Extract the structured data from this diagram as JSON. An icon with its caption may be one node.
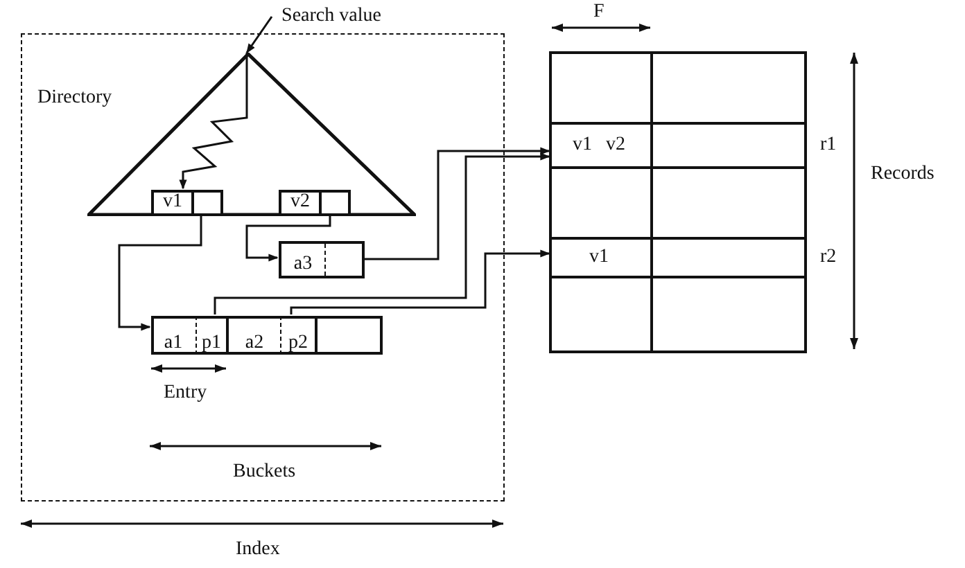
{
  "diagram": {
    "nodes": [
      {
        "text": [
          "Search value"
        ]
      },
      {
        "text": [],
        "shape": "box"
      },
      {
        "text": [
          "Directory"
        ],
        "in": 1
      },
      {
        "text": [
          "v1"
        ],
        "in": 2
      },
      {
        "text": [
          "v2"
        ],
        "in": 2
      },
      {
        "text": [
          "a3"
        ],
        "in": 1
      },
      {
        "text": [],
        "shape": "box",
        "in": 1
      },
      {
        "text": [
          "a1"
        ],
        "in": 6
      },
      {
        "text": [
          "p1"
        ],
        "in": 6
      },
      {
        "text": [
          "a2"
        ],
        "in": 6
      },
      {
        "text": [
          "p2"
        ],
        "in": 6
      },
      {
        "text": [],
        "shape": "box"
      },
      {
        "text": [],
        "shape": "box",
        "in": 11
      },
      {
        "text": [
          "v1",
          "v2"
        ],
        "beside": [
          "r1"
        ],
        "in": 11
      },
      {
        "text": [],
        "shape": "box",
        "in": 11
      },
      {
        "text": [
          "v1"
        ],
        "beside": [
          "r2"
        ],
        "in": 11
      },
      {
        "text": [],
        "shape": "box",
        "in": 11
      }
    ],
    "edges": [
      {
        "from": 0,
        "to": 2,
        "arrow": "to"
      },
      {
        "from": 2,
        "to": 3,
        "arrow": "to"
      },
      {
        "from": 3,
        "to": 7,
        "arrow": "to"
      },
      {
        "from": 4,
        "to": 5,
        "arrow": "to"
      },
      {
        "from": 5,
        "to": 13,
        "arrow": "to"
      },
      {
        "from": 8,
        "to": 13,
        "arrow": "to"
      },
      {
        "from": 10,
        "to": 15,
        "arrow": "to"
      }
    ],
    "labels": [
      "F",
      "Records",
      "Entry",
      "Buckets",
      "Index"
    ]
  }
}
